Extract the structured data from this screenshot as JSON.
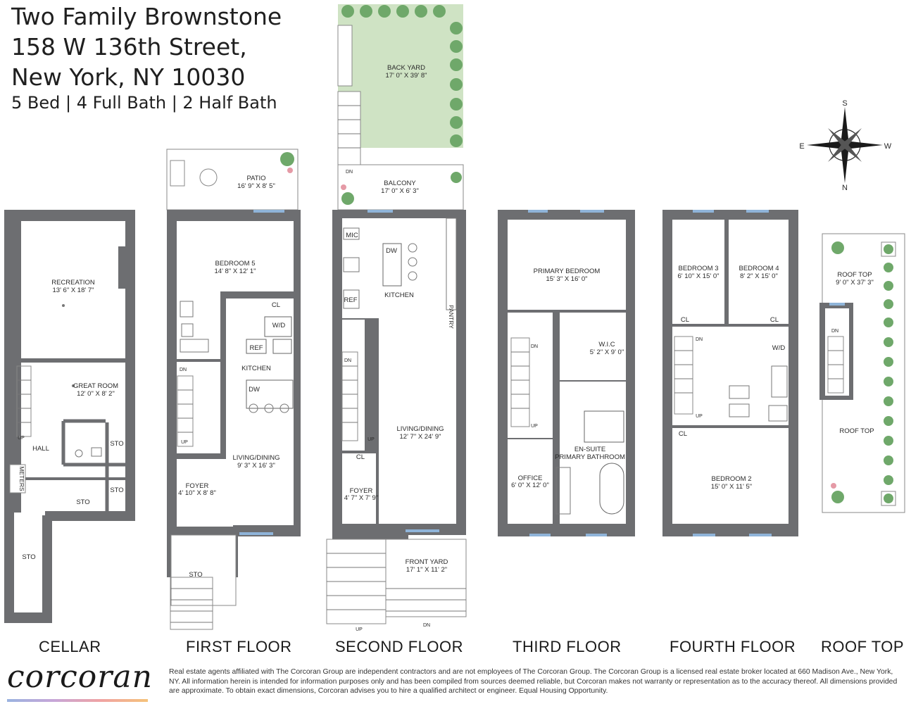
{
  "header": {
    "line1": "Two Family Brownstone",
    "line2": "158 W 136th Street,",
    "line3": "New York, NY 10030",
    "line4": "5 Bed | 4 Full Bath | 2 Half Bath"
  },
  "compass": {
    "n": "N",
    "s": "S",
    "e": "E",
    "w": "W"
  },
  "floors": {
    "cellar": "CELLAR",
    "first": "FIRST FLOOR",
    "second": "SECOND FLOOR",
    "third": "THIRD FLOOR",
    "fourth": "FOURTH FLOOR",
    "roof": "ROOF TOP"
  },
  "rooms": {
    "recreation": {
      "name": "RECREATION",
      "dim": "13' 6\" X 18' 7\""
    },
    "great_room": {
      "name": "GREAT ROOM",
      "dim": "12' 0\" X 8' 2\""
    },
    "hall": "HALL",
    "meters": "METERS",
    "sto": "STO",
    "patio": {
      "name": "PATIO",
      "dim": "16' 9\" X 8' 5\""
    },
    "bedroom5": {
      "name": "BEDROOM 5",
      "dim": "14' 8\" X 12' 1\""
    },
    "cl": "CL",
    "wd": "W/D",
    "ref": "REF",
    "kitchen": "KITCHEN",
    "dw": "DW",
    "living1": {
      "name": "LIVING/DINING",
      "dim": "9' 3\" X 16' 3\""
    },
    "foyer1": {
      "name": "FOYER",
      "dim": "4' 10\" X 8' 8\""
    },
    "back_yard": {
      "name": "BACK YARD",
      "dim": "17' 0\" X 39' 8\""
    },
    "balcony": {
      "name": "BALCONY",
      "dim": "17' 0\" X 6' 3\""
    },
    "mic": "MIC",
    "pantry": "PANTRY",
    "living2": {
      "name": "LIVING/DINING",
      "dim": "12' 7\" X 24' 9\""
    },
    "foyer2": {
      "name": "FOYER",
      "dim": "4' 7\" X 7' 9\""
    },
    "front_yard": {
      "name": "FRONT YARD",
      "dim": "17' 1\" X 11' 2\""
    },
    "primary_bedroom": {
      "name": "PRIMARY BEDROOM",
      "dim": "15' 3\" X 16' 0\""
    },
    "wic": {
      "name": "W.I.C",
      "dim": "5' 2\" X 9' 0\""
    },
    "ensuite1": "EN-SUITE",
    "ensuite2": "PRIMARY BATHROOM",
    "office": {
      "name": "OFFICE",
      "dim": "6' 0\" X 12' 0\""
    },
    "bedroom3": {
      "name": "BEDROOM 3",
      "dim": "6' 10\" X 15' 0\""
    },
    "bedroom4": {
      "name": "BEDROOM 4",
      "dim": "8' 2\" X 15' 0\""
    },
    "bedroom2": {
      "name": "BEDROOM 2",
      "dim": "15' 0\" X 11' 5\""
    },
    "roof_top": {
      "name": "ROOF TOP",
      "dim": "9' 0\" X 37' 3\""
    },
    "roof_top2": "ROOF TOP",
    "up": "UP",
    "dn": "DN"
  },
  "brand": {
    "logo": "corcoran",
    "disclaimer": "Real estate agents affiliated with The Corcoran Group are independent contractors and are not employees of The Corcoran Group. The Corcoran Group is a licensed real estate broker located at 660 Madison Ave., New York, NY. All information herein is intended for information purposes only and has been compiled from sources deemed reliable, but Corcoran makes not warranty or representation as to the accuracy thereof. All dimensions provided are approximate. To obtain exact dimensions, Corcoran advises you to hire a qualified architect or engineer. Equal Housing Opportunity."
  },
  "colors": {
    "wall": "#6d6e71",
    "yard": "#cfe3c4",
    "window": "#8fb4d9",
    "tree": "#6fa86a",
    "flower": "#e59aa6"
  }
}
